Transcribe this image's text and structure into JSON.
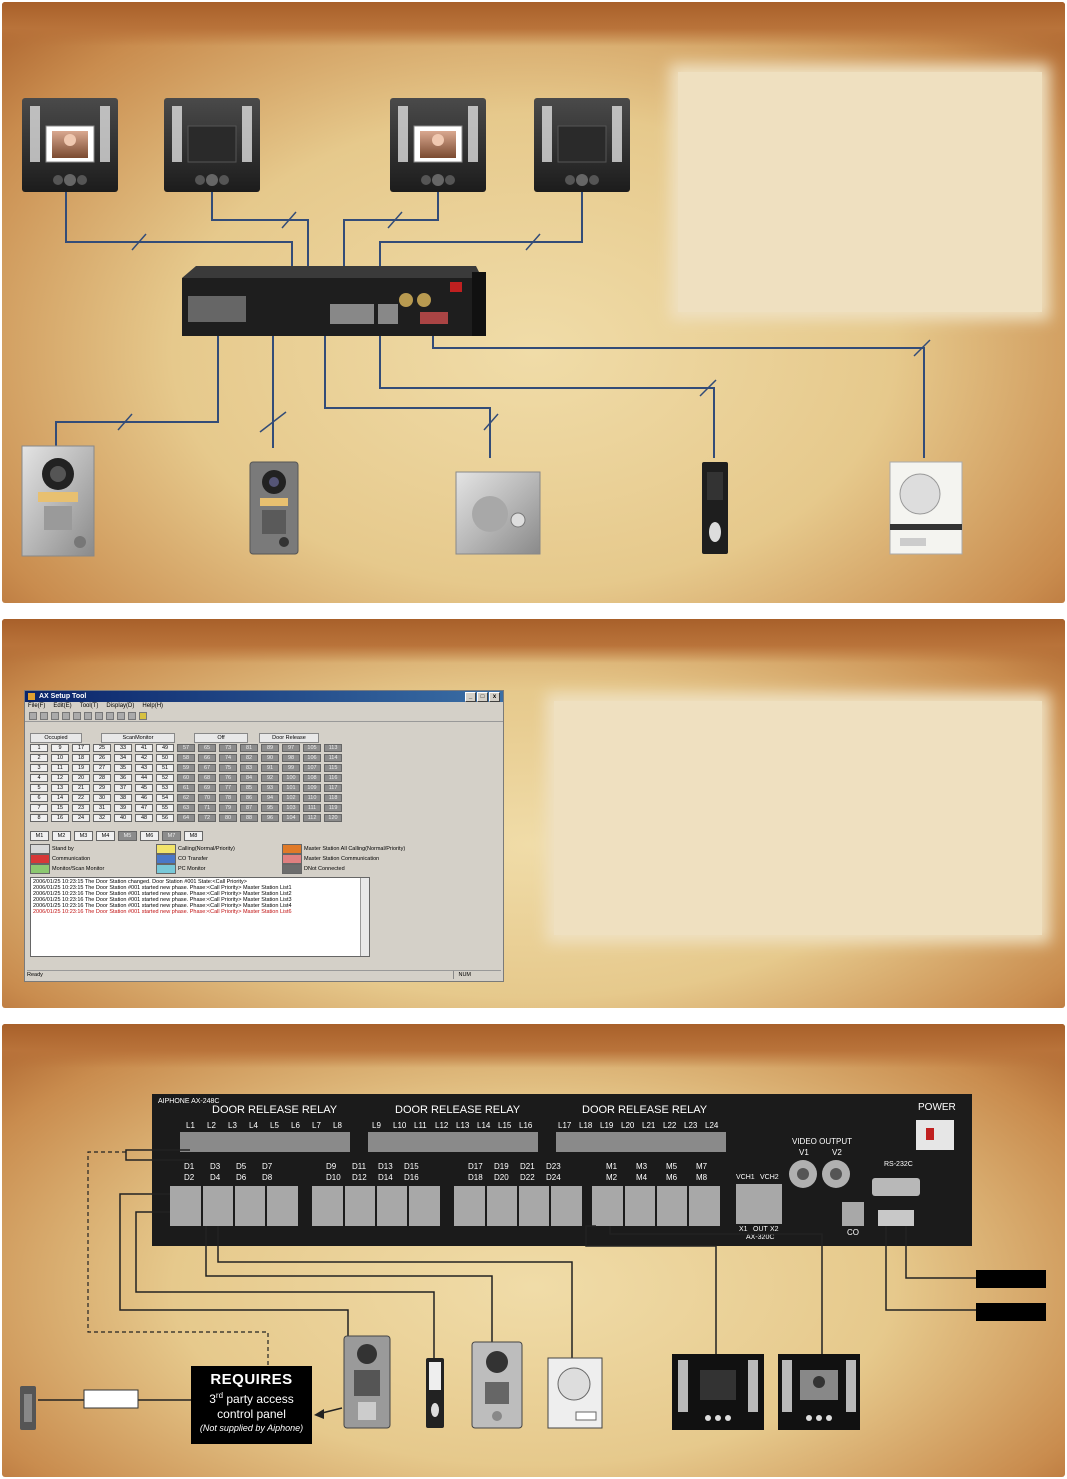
{
  "setup_tool": {
    "window_title": "AX Setup Tool",
    "menu": [
      "File(F)",
      "Edit(E)",
      "Tool(T)",
      "Display(D)",
      "Help(H)"
    ],
    "title_buttons": [
      "_",
      "□",
      "x"
    ],
    "legend_buttons": [
      "Occupied",
      "ScanMonitor",
      "Off",
      "Door Release"
    ],
    "grid_rows": [
      [
        "1",
        "9",
        "17",
        "25",
        "33",
        "41",
        "49",
        "57",
        "65",
        "73",
        "81",
        "89",
        "97",
        "105",
        "113"
      ],
      [
        "2",
        "10",
        "18",
        "26",
        "34",
        "42",
        "50",
        "58",
        "66",
        "74",
        "82",
        "90",
        "98",
        "106",
        "114"
      ],
      [
        "3",
        "11",
        "19",
        "27",
        "35",
        "43",
        "51",
        "59",
        "67",
        "75",
        "83",
        "91",
        "99",
        "107",
        "115"
      ],
      [
        "4",
        "12",
        "20",
        "28",
        "36",
        "44",
        "52",
        "60",
        "68",
        "76",
        "84",
        "92",
        "100",
        "108",
        "116"
      ],
      [
        "5",
        "13",
        "21",
        "29",
        "37",
        "45",
        "53",
        "61",
        "69",
        "77",
        "85",
        "93",
        "101",
        "109",
        "117"
      ],
      [
        "6",
        "14",
        "22",
        "30",
        "38",
        "46",
        "54",
        "62",
        "70",
        "78",
        "86",
        "94",
        "102",
        "110",
        "118"
      ],
      [
        "7",
        "15",
        "23",
        "31",
        "39",
        "47",
        "55",
        "63",
        "71",
        "79",
        "87",
        "95",
        "103",
        "111",
        "119"
      ],
      [
        "8",
        "16",
        "24",
        "32",
        "40",
        "48",
        "56",
        "64",
        "72",
        "80",
        "88",
        "96",
        "104",
        "112",
        "120"
      ]
    ],
    "master_buttons": [
      "M1",
      "M2",
      "M3",
      "M4",
      "M5",
      "M6",
      "M7",
      "M8"
    ],
    "status_legend": [
      {
        "label": "Stand by",
        "color": "#d8d8d8"
      },
      {
        "label": "Calling(Normal/Priority)",
        "color": "#f2e46a"
      },
      {
        "label": "Master Station All Calling(Normal/Priority)",
        "color": "#e07a28"
      },
      {
        "label": "Communication",
        "color": "#d83838"
      },
      {
        "label": "CO Transfer",
        "color": "#4a78c8"
      },
      {
        "label": "Master Station Communication",
        "color": "#e08080"
      },
      {
        "label": "Monitor/Scan Monitor",
        "color": "#8cc870"
      },
      {
        "label": "PC Monitor",
        "color": "#78c8d8"
      },
      {
        "label": "DNot Connected",
        "color": "#6c6c6c"
      }
    ],
    "log_lines": [
      {
        "text": "2006/01/25 10:23:15 The Door Station changed. Door Station #001 State:<Call Priority>",
        "red": false
      },
      {
        "text": "2006/01/25 10:23:15 The Door Station #001 started new phase. Phase:<Call Priority> Master Station List1",
        "red": false
      },
      {
        "text": "2006/01/25 10:23:16 The Door Station #001 started new phase. Phase:<Call Priority> Master Station List2",
        "red": false
      },
      {
        "text": "2006/01/25 10:23:16 The Door Station #001 started new phase. Phase:<Call Priority> Master Station List3",
        "red": false
      },
      {
        "text": "2006/01/25 10:23:16 The Door Station #001 started new phase. Phase:<Call Priority> Master Station List4",
        "red": false
      },
      {
        "text": "2006/01/25 10:23:16 The Door Station #001 started new phase. Phase:<Call Priority> Master Station List6",
        "red": true
      }
    ],
    "status_text": "Ready",
    "status_num": "NUM"
  },
  "rear_panel": {
    "brand_model": "AIPHONE AX-248C",
    "relay_title": "DOOR RELEASE RELAY",
    "relay_group1": [
      "L1",
      "L2",
      "L3",
      "L4",
      "L5",
      "L6",
      "L7",
      "L8"
    ],
    "relay_group2": [
      "L9",
      "L10",
      "L11",
      "L12",
      "L13",
      "L14",
      "L15",
      "L16"
    ],
    "relay_group3": [
      "L17",
      "L18",
      "L19",
      "L20",
      "L21",
      "L22",
      "L23",
      "L24"
    ],
    "door_ports": [
      [
        "D1",
        "D2"
      ],
      [
        "D3",
        "D4"
      ],
      [
        "D5",
        "D6"
      ],
      [
        "D7",
        "D8"
      ],
      [
        "D9",
        "D10"
      ],
      [
        "D11",
        "D12"
      ],
      [
        "D13",
        "D14"
      ],
      [
        "D15",
        "D16"
      ],
      [
        "D17",
        "D18"
      ],
      [
        "D19",
        "D20"
      ],
      [
        "D21",
        "D22"
      ],
      [
        "D23",
        "D24"
      ]
    ],
    "master_ports": [
      [
        "M1",
        "M2"
      ],
      [
        "M3",
        "M4"
      ],
      [
        "M5",
        "M6"
      ],
      [
        "M7",
        "M8"
      ]
    ],
    "video_output": "VIDEO OUTPUT",
    "v1": "V1",
    "v2": "V2",
    "vch1": "VCH1",
    "vch2": "VCH2",
    "x1": "X1",
    "out": "OUT",
    "x2": "X2",
    "ax320c": "AX-320C",
    "co": "CO",
    "power": "POWER",
    "rs232c": "RS-232C"
  },
  "access_panel": {
    "line1": "REQUIRES",
    "line2_pre": "3",
    "line2_sup": "rd",
    "line2_post": " party access",
    "line3": "control panel",
    "line4": "(Not supplied by Aiphone)"
  }
}
